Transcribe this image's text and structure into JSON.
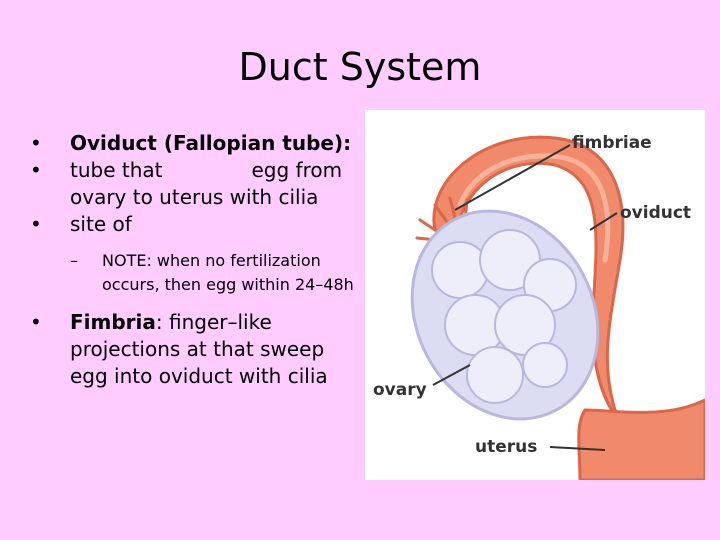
{
  "slide": {
    "title": "Duct System"
  },
  "bullets": [
    {
      "marker": "•",
      "bold": "Oviduct (Fallopian tube):",
      "text": ""
    },
    {
      "marker": "•",
      "bold": "",
      "text": "tube that              egg from ovary to uterus with cilia"
    },
    {
      "marker": "•",
      "bold": "",
      "text": "site of"
    }
  ],
  "note": {
    "marker": "–",
    "text": "NOTE: when no fertilization occurs, then egg within 24–48h"
  },
  "fimbria_bullet": {
    "marker": "•",
    "bold": "Fimbria",
    "text": ": finger–like projections at that sweep egg into oviduct with cilia"
  },
  "figure": {
    "labels": {
      "fimbriae": "fimbriae",
      "oviduct": "oviduct",
      "ovary": "ovary",
      "uterus": "uterus"
    },
    "colors": {
      "tube": "#f08a6a",
      "tube_dark": "#d9674a",
      "ovary": "#dcdcf2",
      "ovary_shadow": "#b8b8de",
      "pointer": "#333333"
    }
  }
}
